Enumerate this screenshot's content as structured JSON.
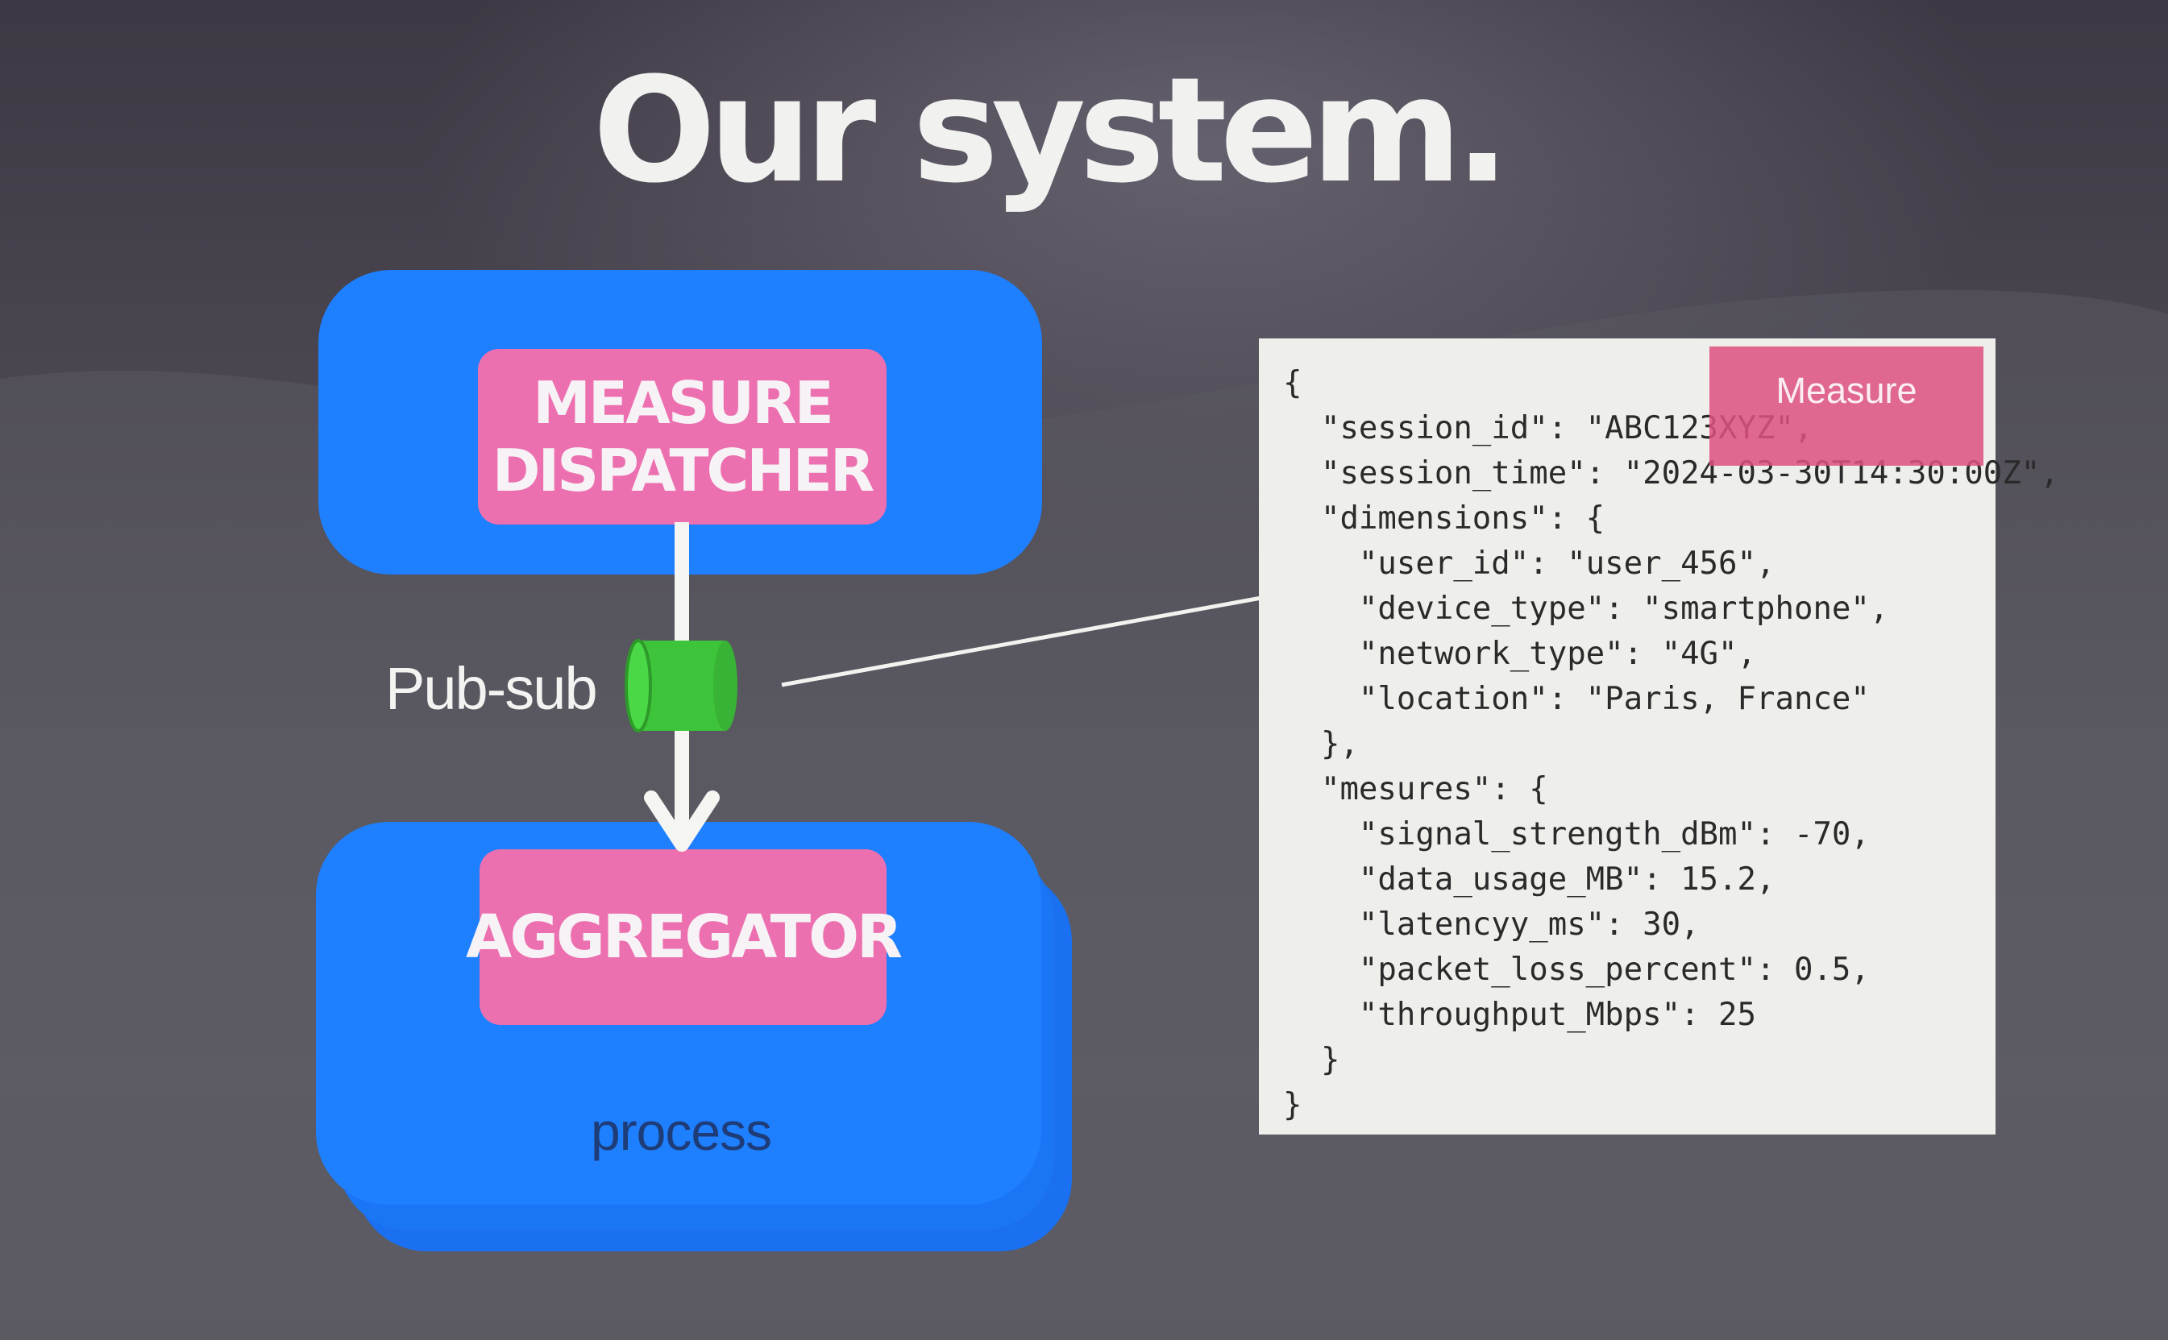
{
  "slide": {
    "title": "Our system."
  },
  "diagram": {
    "dispatcher_label_line1": "MEASURE",
    "dispatcher_label_line2": "DISPATCHER",
    "aggregator_label": "AGGREGATOR",
    "process_label": "process",
    "pubsub_label": "Pub-sub",
    "colors": {
      "process_box": "#1e7fff",
      "component_box": "#ec6fb0",
      "pubsub_queue": "#3ec43a",
      "arrow": "#f5f5f2"
    }
  },
  "measure_panel": {
    "tag_label": "Measure",
    "lines": [
      "{",
      "  \"session_id\": \"ABC123XYZ\",",
      "  \"session_time\": \"2024-03-30T14:30:00Z\",",
      "  \"dimensions\": {",
      "    \"user_id\": \"user_456\",",
      "    \"device_type\": \"smartphone\",",
      "    \"network_type\": \"4G\",",
      "    \"location\": \"Paris, France\"",
      "  },",
      "  \"mesures\": {",
      "    \"signal_strength_dBm\": -70,",
      "    \"data_usage_MB\": 15.2,",
      "    \"latencyy_ms\": 30,",
      "    \"packet_loss_percent\": 0.5,",
      "    \"throughput_Mbps\": 25",
      "  }",
      "}"
    ]
  }
}
